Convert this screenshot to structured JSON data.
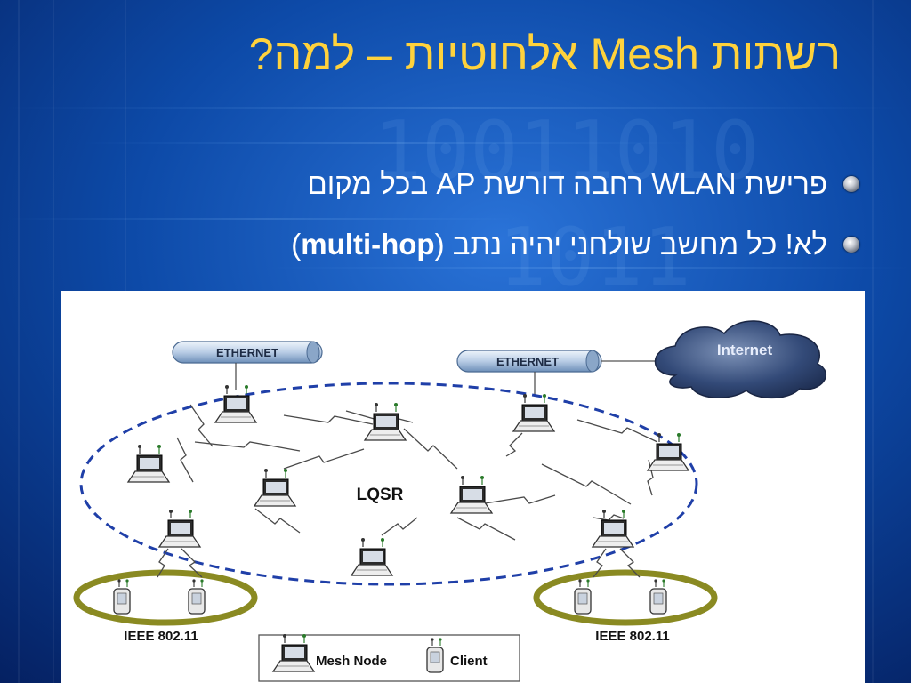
{
  "slide": {
    "title": "רשתות Mesh אלחוטיות – למה?",
    "bullets": [
      {
        "text": "פרישת WLAN רחבה דורשת AP בכל מקום"
      },
      {
        "pre": "לא! כל מחשב שולחני יהיה נתב (",
        "bold": "multi-hop",
        "post": ")"
      }
    ]
  },
  "diagram": {
    "ethernet_left": "ETHERNET",
    "ethernet_right": "ETHERNET",
    "internet": "Internet",
    "protocol": "LQSR",
    "ieee_left": "IEEE 802.11",
    "ieee_right": "IEEE 802.11",
    "legend_mesh": "Mesh Node",
    "legend_client": "Client"
  },
  "colors": {
    "title": "#ffd23c",
    "mesh_ring": "#1f3fa8",
    "client_ring": "#8a8a22",
    "background": "#0a2a6e"
  }
}
